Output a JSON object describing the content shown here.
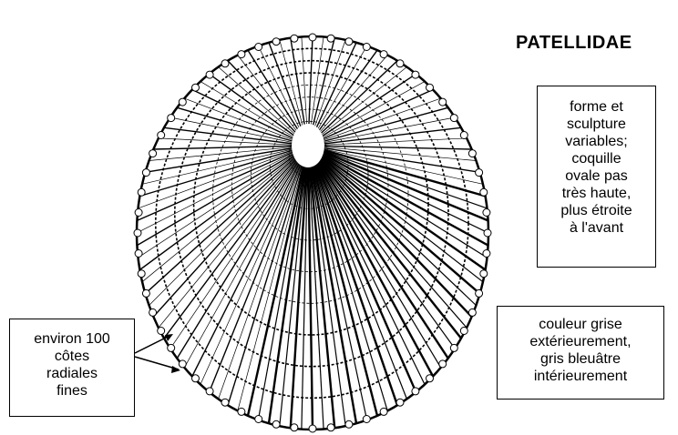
{
  "title": "PATELLIDAE",
  "note_shape": [
    "forme et",
    "sculpture",
    "variables;",
    "coquille",
    "ovale pas",
    "très haute,",
    "plus étroite",
    "à l'avant"
  ],
  "note_color": [
    "couleur grise",
    "extérieurement,",
    "gris bleuâtre",
    "intérieurement"
  ],
  "note_ribs": [
    "environ 100",
    "côtes",
    "radiales",
    "fines"
  ],
  "shell": {
    "rib_count": 100
  }
}
